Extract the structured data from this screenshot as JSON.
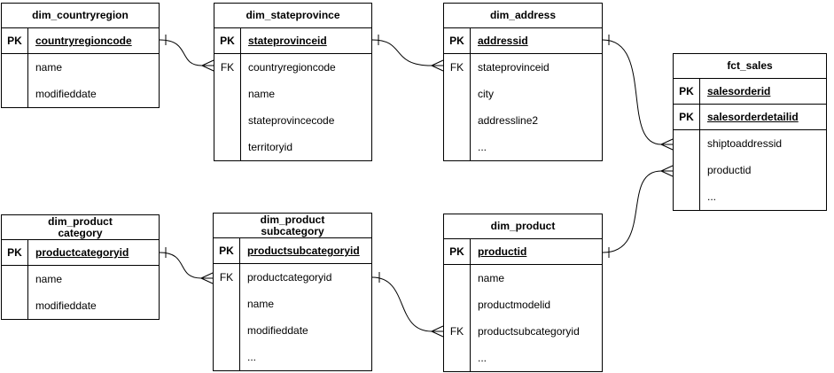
{
  "diagram": {
    "colors": {
      "background": "#ffffff",
      "line": "#000000",
      "text": "#000000"
    },
    "tables": [
      {
        "id": "dim_countryregion",
        "title": "dim_countryregion",
        "title_lines": [
          "dim_countryregion"
        ],
        "columns": [
          {
            "badge": "PK",
            "name": "countryregioncode",
            "is_key": true
          },
          {
            "badge": "",
            "name": "name",
            "is_key": false
          },
          {
            "badge": "",
            "name": "modifieddate",
            "is_key": false
          }
        ]
      },
      {
        "id": "dim_stateprovince",
        "title": "dim_stateprovince",
        "title_lines": [
          "dim_stateprovince"
        ],
        "columns": [
          {
            "badge": "PK",
            "name": "stateprovinceid",
            "is_key": true
          },
          {
            "badge": "FK",
            "name": "countryregioncode",
            "is_key": false
          },
          {
            "badge": "",
            "name": "name",
            "is_key": false
          },
          {
            "badge": "",
            "name": "stateprovincecode",
            "is_key": false
          },
          {
            "badge": "",
            "name": "territoryid",
            "is_key": false
          }
        ]
      },
      {
        "id": "dim_address",
        "title": "dim_address",
        "title_lines": [
          "dim_address"
        ],
        "columns": [
          {
            "badge": "PK",
            "name": "addressid",
            "is_key": true
          },
          {
            "badge": "FK",
            "name": "stateprovinceid",
            "is_key": false
          },
          {
            "badge": "",
            "name": "city",
            "is_key": false
          },
          {
            "badge": "",
            "name": "addressline2",
            "is_key": false
          },
          {
            "badge": "",
            "name": "...",
            "is_key": false
          }
        ]
      },
      {
        "id": "fct_sales",
        "title": "fct_sales",
        "title_lines": [
          "fct_sales"
        ],
        "columns": [
          {
            "badge": "PK",
            "name": "salesorderid",
            "is_key": true
          },
          {
            "badge": "PK",
            "name": "salesorderdetailid",
            "is_key": true
          },
          {
            "badge": "",
            "name": "shiptoaddressid",
            "is_key": false
          },
          {
            "badge": "",
            "name": "productid",
            "is_key": false
          },
          {
            "badge": "",
            "name": "...",
            "is_key": false
          }
        ]
      },
      {
        "id": "dim_productcategory",
        "title": "dim_product category",
        "title_lines": [
          "dim_product",
          "category"
        ],
        "columns": [
          {
            "badge": "PK",
            "name": "productcategoryid",
            "is_key": true
          },
          {
            "badge": "",
            "name": "name",
            "is_key": false
          },
          {
            "badge": "",
            "name": "modifieddate",
            "is_key": false
          }
        ]
      },
      {
        "id": "dim_productsubcategory",
        "title": "dim_product subcategory",
        "title_lines": [
          "dim_product",
          "subcategory"
        ],
        "columns": [
          {
            "badge": "PK",
            "name": "productsubcategoryid",
            "is_key": true
          },
          {
            "badge": "FK",
            "name": "productcategoryid",
            "is_key": false
          },
          {
            "badge": "",
            "name": "name",
            "is_key": false
          },
          {
            "badge": "",
            "name": "modifieddate",
            "is_key": false
          },
          {
            "badge": "",
            "name": "...",
            "is_key": false
          }
        ]
      },
      {
        "id": "dim_product",
        "title": "dim_product",
        "title_lines": [
          "dim_product"
        ],
        "columns": [
          {
            "badge": "PK",
            "name": "productid",
            "is_key": true
          },
          {
            "badge": "",
            "name": "name",
            "is_key": false
          },
          {
            "badge": "",
            "name": "productmodelid",
            "is_key": false
          },
          {
            "badge": "FK",
            "name": "productsubcategoryid",
            "is_key": false
          },
          {
            "badge": "",
            "name": "...",
            "is_key": false
          }
        ]
      }
    ],
    "relationships": [
      {
        "from_table": "dim_countryregion",
        "from_column": "countryregioncode",
        "from_cardinality": "one",
        "to_table": "dim_stateprovince",
        "to_column": "countryregioncode",
        "to_cardinality": "many"
      },
      {
        "from_table": "dim_stateprovince",
        "from_column": "stateprovinceid",
        "from_cardinality": "one",
        "to_table": "dim_address",
        "to_column": "stateprovinceid",
        "to_cardinality": "many"
      },
      {
        "from_table": "dim_address",
        "from_column": "addressid",
        "from_cardinality": "one",
        "to_table": "fct_sales",
        "to_column": "shiptoaddressid",
        "to_cardinality": "many"
      },
      {
        "from_table": "dim_product",
        "from_column": "productid",
        "from_cardinality": "one",
        "to_table": "fct_sales",
        "to_column": "productid",
        "to_cardinality": "many"
      },
      {
        "from_table": "dim_productcategory",
        "from_column": "productcategoryid",
        "from_cardinality": "one",
        "to_table": "dim_productsubcategory",
        "to_column": "productcategoryid",
        "to_cardinality": "many"
      },
      {
        "from_table": "dim_productsubcategory",
        "from_column": "productsubcategoryid",
        "from_cardinality": "one",
        "to_table": "dim_product",
        "to_column": "productsubcategoryid",
        "to_cardinality": "many"
      }
    ]
  }
}
